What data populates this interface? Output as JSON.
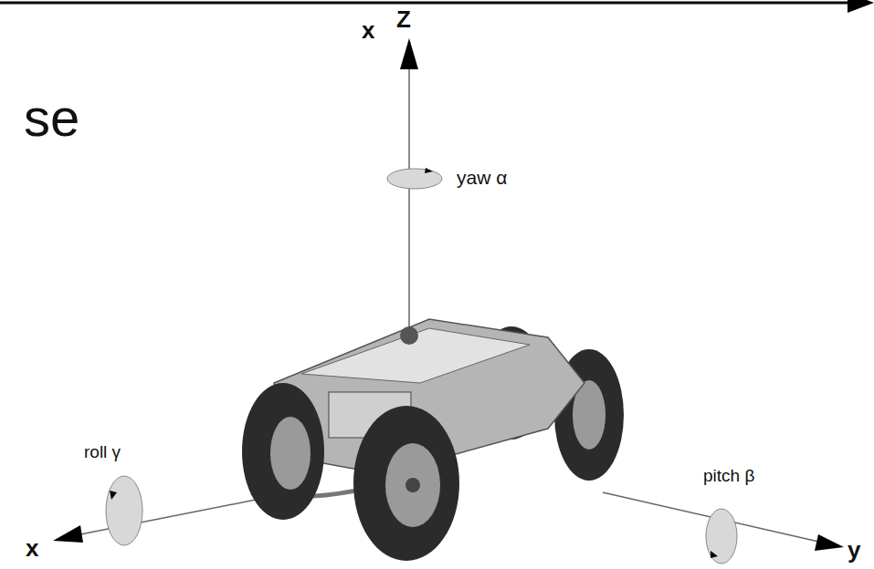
{
  "diagram": {
    "labels": [
      "x",
      "Z",
      "se",
      "yaw α",
      "roll γ",
      "pitch β",
      "x",
      "y"
    ]
  }
}
